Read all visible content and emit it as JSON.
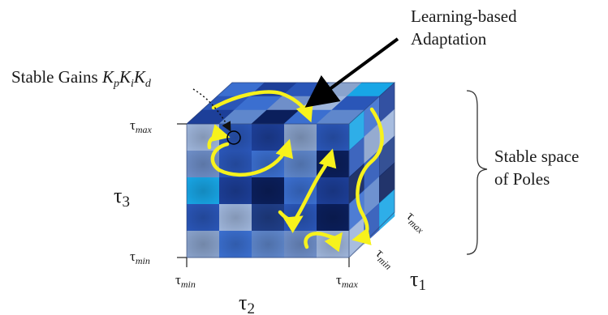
{
  "labels": {
    "adaptation_line1": "Learning-based",
    "adaptation_line2": "Adaptation",
    "gains_prefix": "Stable Gains ",
    "gains_formula": "K",
    "gains_sub_p": "p",
    "gains_sub_i": "i",
    "gains_sub_d": "d",
    "space_line1": "Stable space",
    "space_line2": "of Poles"
  },
  "axes": {
    "tau_symbol": "τ",
    "tau3_sub": "3",
    "tau2_sub": "2",
    "tau1_sub": "1",
    "max_sub": "max",
    "min_sub": "min"
  },
  "colors": {
    "arrow_yellow": "#f7f21c",
    "cube_dark": "#0b1f5c",
    "cube_mid": "#2a56b8",
    "cube_light": "#9fb6dc",
    "cube_cyan": "#18a6e6"
  }
}
